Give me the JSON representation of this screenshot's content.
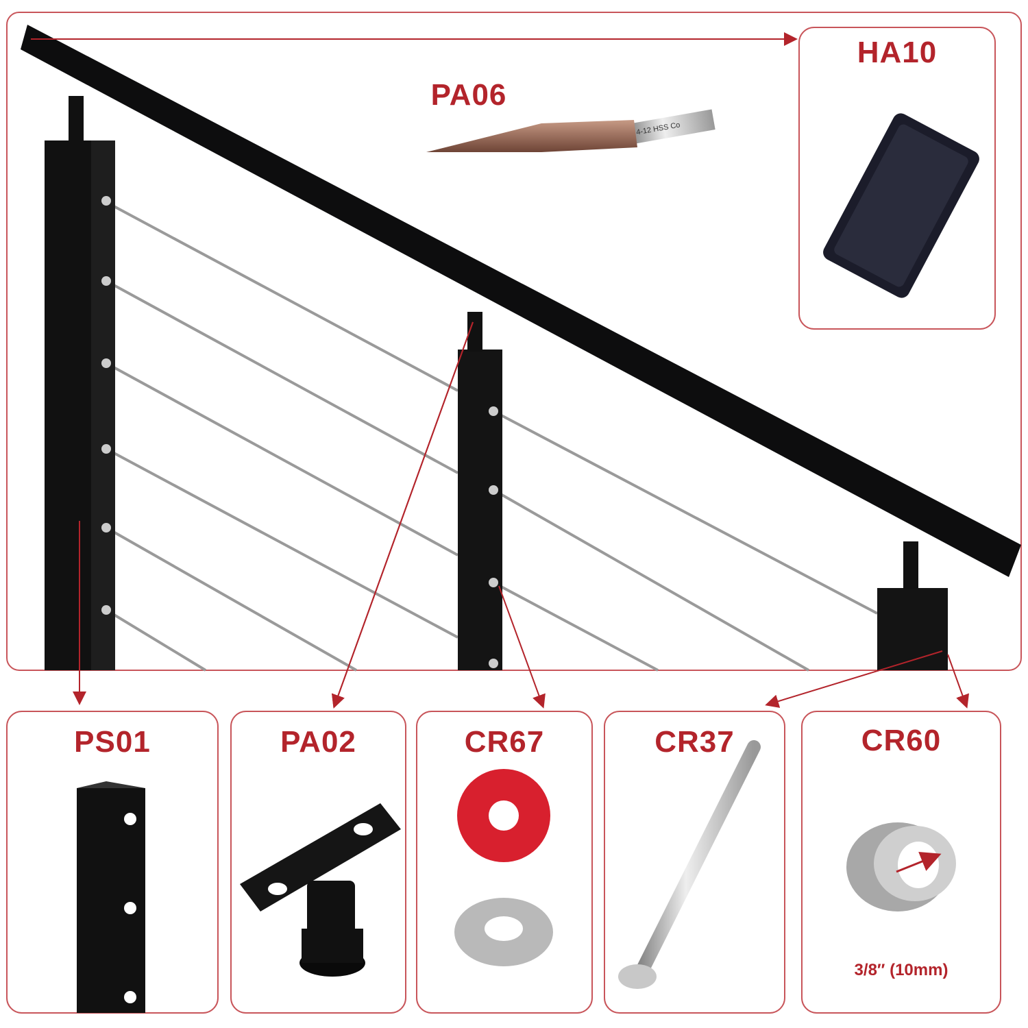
{
  "colors": {
    "accent": "#b3242b",
    "frame": "#c8555a",
    "rail": "#0d0d0e",
    "cable": "#9a9a9a"
  },
  "parts": {
    "ha10": {
      "code": "HA10"
    },
    "pa06": {
      "code": "PA06",
      "marking": "4-12 HSS Co"
    },
    "ps01": {
      "code": "PS01"
    },
    "pa02": {
      "code": "PA02"
    },
    "cr67": {
      "code": "CR67"
    },
    "cr37": {
      "code": "CR37"
    },
    "cr60": {
      "code": "CR60",
      "size": "3/8″ (10mm)"
    }
  }
}
